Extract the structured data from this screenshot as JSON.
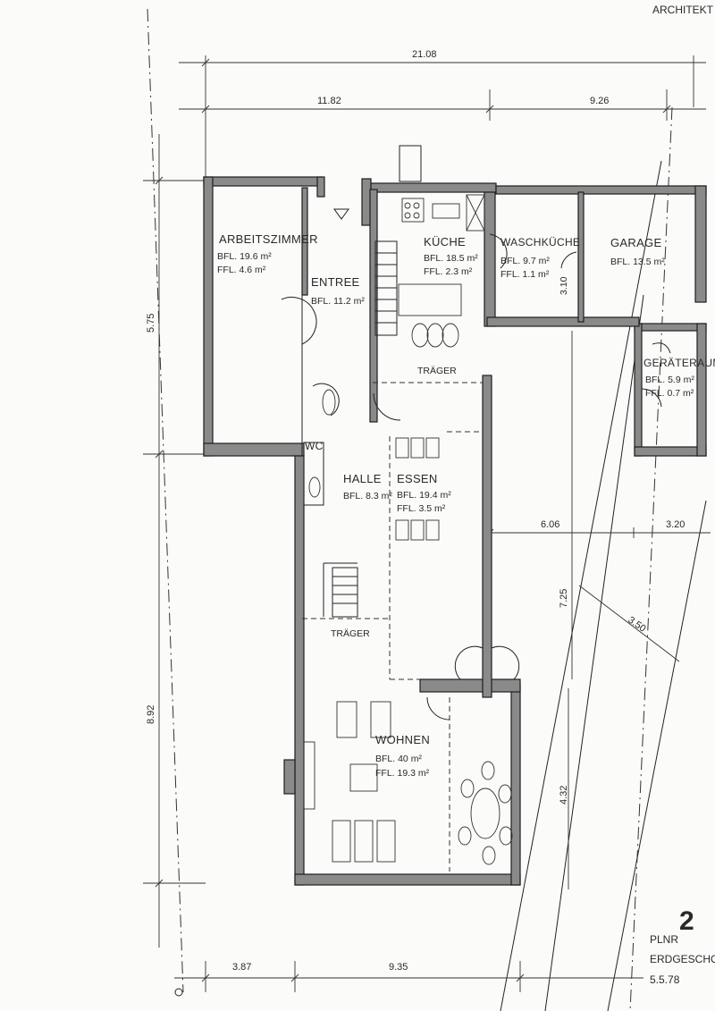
{
  "header_text": "ARCHITEKT",
  "dimensions": {
    "total_width": "21.08",
    "left_width": "11.82",
    "right_width": "9.26",
    "upper_height": "5.75",
    "lower_height": "8.92",
    "bottom_left": "3.87",
    "bottom_right": "9.35",
    "terrace_a": "6.06",
    "terrace_b": "3.20",
    "terrace_c": "7.25",
    "terrace_d": "3.50",
    "terrace_e": "4.32",
    "washroom_door": "3.10"
  },
  "rooms": {
    "arbeitszimmer": {
      "name": "ARBEITSZIMMER",
      "bfl": "BFL. 19.6 m²",
      "ffl": "FFL. 4.6 m²"
    },
    "entree": {
      "name": "ENTREE",
      "bfl": "BFL. 11.2 m²"
    },
    "kueche": {
      "name": "KÜCHE",
      "bfl": "BFL. 18.5 m²",
      "ffl": "FFL. 2.3 m²"
    },
    "waschkueche": {
      "name": "WASCHKÜCHE",
      "bfl": "BFL. 9.7 m²",
      "ffl": "FFL. 1.1 m²"
    },
    "garage": {
      "name": "GARAGE",
      "bfl": "BFL. 13.5 m²"
    },
    "geraeteraum": {
      "name": "GERÄTERAUM",
      "bfl": "BFL. 5.9 m²",
      "ffl": "FFL. 0.7 m²"
    },
    "wc": {
      "name": "WC"
    },
    "halle": {
      "name": "HALLE",
      "bfl": "BFL. 8.3 m²"
    },
    "essen": {
      "name": "ESSEN",
      "bfl": "BFL. 19.4 m²",
      "ffl": "FFL. 3.5 m²"
    },
    "wohnen": {
      "name": "WOHNEN",
      "bfl": "BFL. 40 m²",
      "ffl": "FFL. 19.3 m²"
    }
  },
  "beam_labels": {
    "upper": "TRÄGER",
    "lower": "TRÄGER"
  },
  "title_block": {
    "plan_number_label": "PLNR",
    "plan_number": "2",
    "sheet_name": "ERDGESCHOS",
    "date": "5.5.78"
  },
  "colors": {
    "paper": "#fbfbfa",
    "ink": "#222222",
    "wall_fill": "#8a8a8a"
  }
}
